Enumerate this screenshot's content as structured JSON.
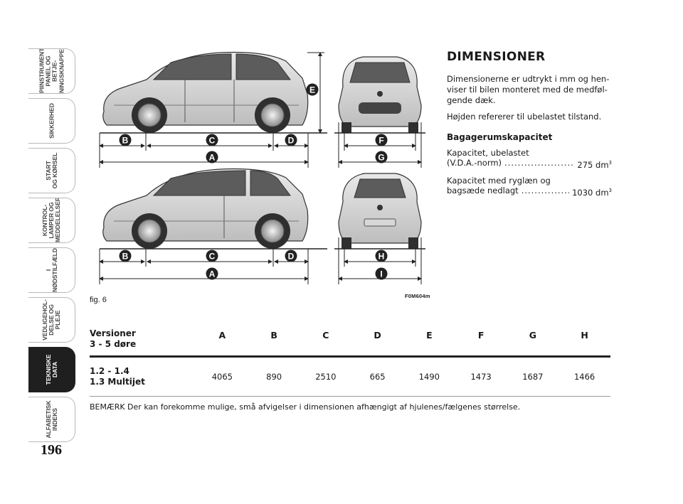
{
  "side_tabs": [
    {
      "label": "PIINSTRUMENT-\nPANEL OG BETJE-\nNINGSKNAPPERI",
      "active": false
    },
    {
      "label": "SIKKERHED",
      "active": false
    },
    {
      "label": "START\nOG KØRSEL",
      "active": false
    },
    {
      "label": "KONTROL-\nLAMPER OG\nMEDDELELSERI",
      "active": false
    },
    {
      "label": "I\nNØDSTILFÆLDE",
      "active": false
    },
    {
      "label": "VEDLIGEHOL-\nDELSE OG\nPLEJE",
      "active": false
    },
    {
      "label": "TEKNISKE\nDATA",
      "active": true
    },
    {
      "label": "ALFABETISK\nINDEKS",
      "active": false
    }
  ],
  "page_number": "196",
  "figure": {
    "caption": "fig. 6",
    "code": "F0M604m",
    "markers": [
      "A",
      "B",
      "C",
      "D",
      "E",
      "F",
      "G",
      "H",
      "I"
    ]
  },
  "section": {
    "title": "DIMENSIONER",
    "intro": "Dimensionerne er udtrykt i mm og hen-viser til bilen monteret med de medføl-gende dæk.",
    "note_height": "Højden refererer til ubelastet tilstand.",
    "luggage_title": "Bagagerumskapacitet",
    "capacity1_line1": "Kapacitet, ubelastet",
    "capacity1_line2": "(V.D.A.-norm)",
    "capacity1_value": "275 dm",
    "capacity2_line1": "Kapacitet med ryglæn og",
    "capacity2_line2": "bagsæde nedlagt",
    "capacity2_value": "1030 dm",
    "sup": "3"
  },
  "table": {
    "header_label_1": "Versioner",
    "header_label_2": "3 - 5 døre",
    "columns": [
      "A",
      "B",
      "C",
      "D",
      "E",
      "F",
      "G",
      "H"
    ],
    "row_label_1": "1.2 - 1.4",
    "row_label_2": "1.3 Multijet",
    "values": [
      "4065",
      "890",
      "2510",
      "665",
      "1490",
      "1473",
      "1687",
      "1466"
    ]
  },
  "footnote": "BEMÆRK Der kan forekomme mulige, små afvigelser i dimensionen afhængigt af hjulenes/fælgenes størrelse."
}
